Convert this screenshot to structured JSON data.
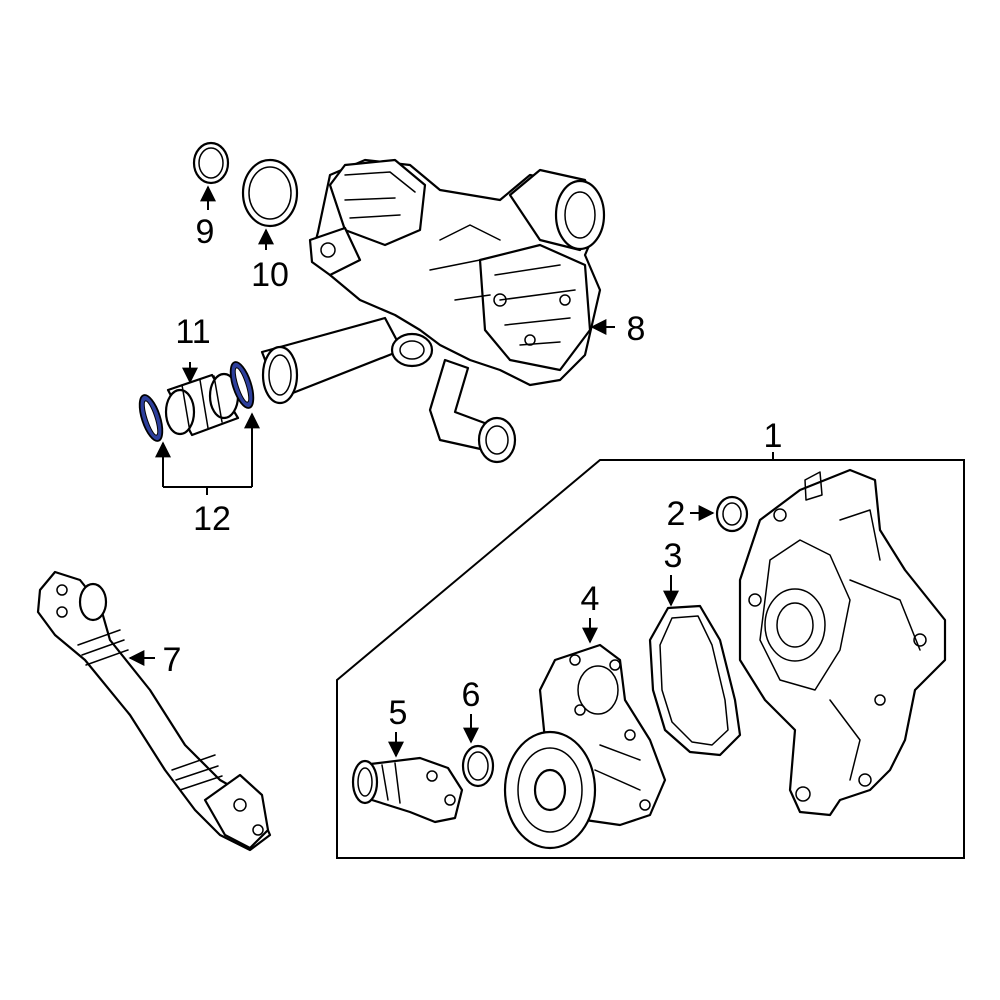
{
  "callouts": {
    "c1": "1",
    "c2": "2",
    "c3": "3",
    "c4": "4",
    "c5": "5",
    "c6": "6",
    "c7": "7",
    "c8": "8",
    "c9": "9",
    "c10": "10",
    "c11": "11",
    "c12": "12"
  },
  "colors": {
    "line": "#000000",
    "background": "#ffffff",
    "highlight_seal": "#2d3f9c"
  }
}
